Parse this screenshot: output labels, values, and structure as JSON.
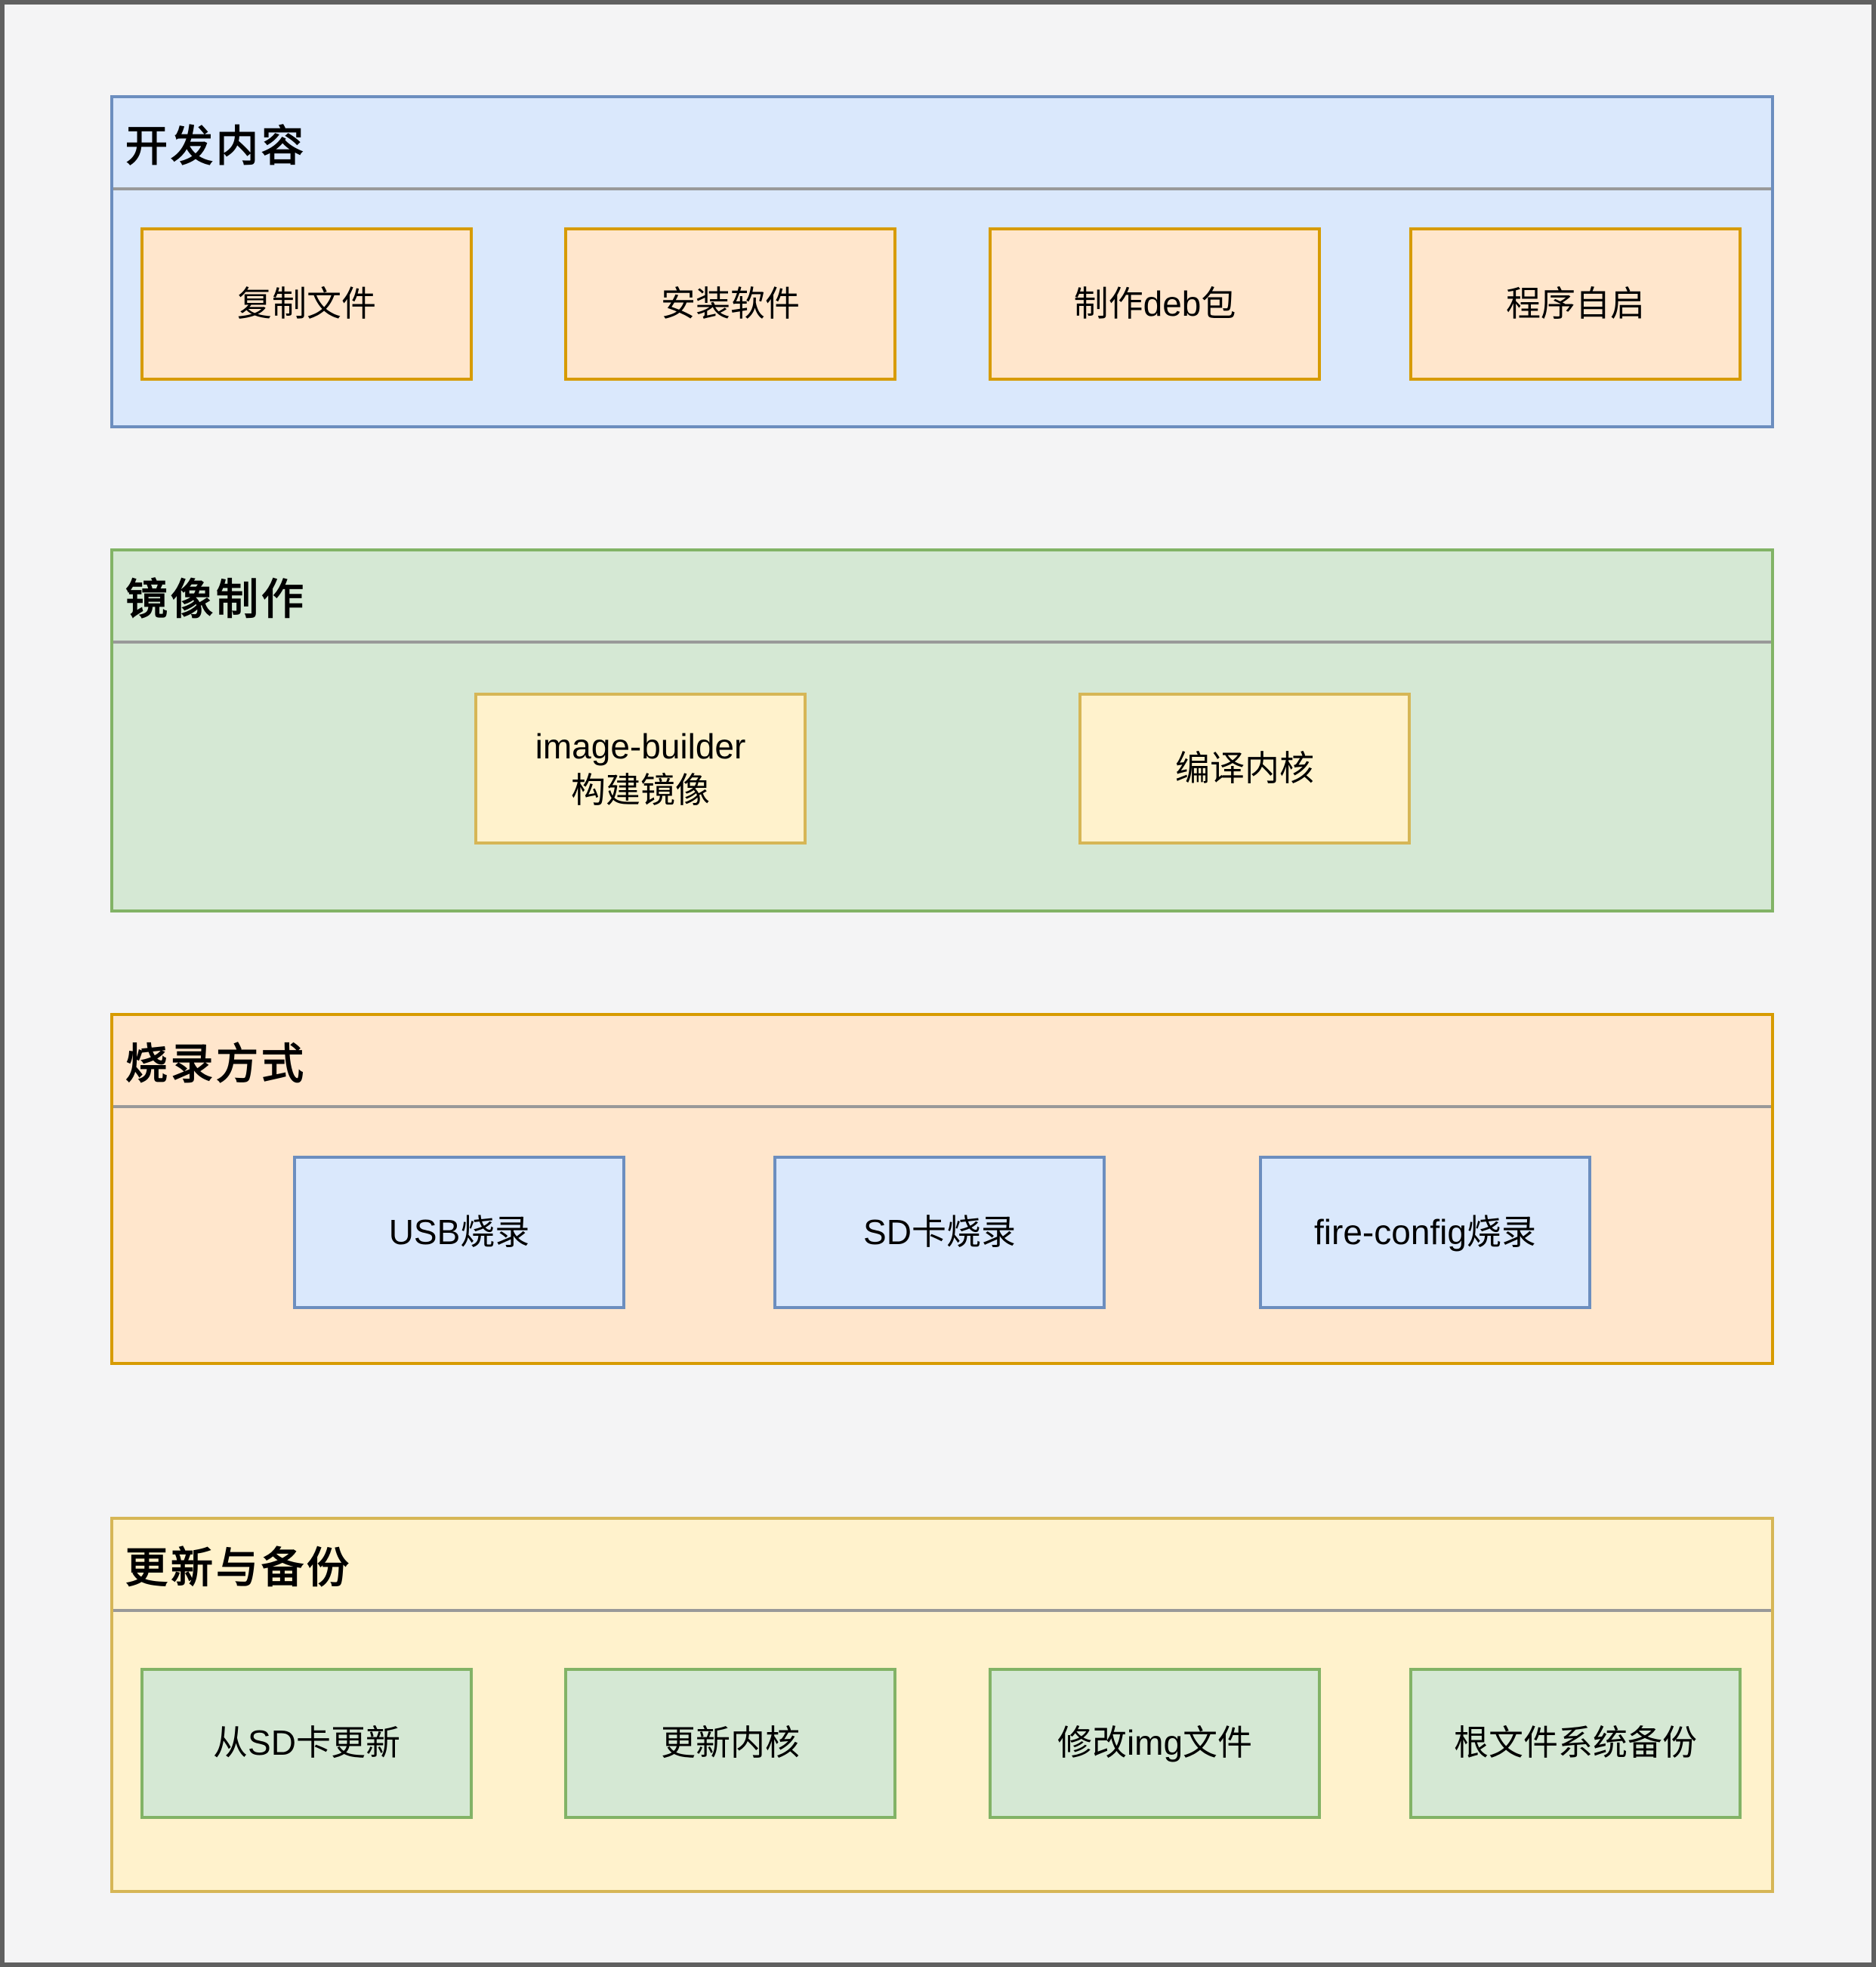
{
  "page": {
    "background": "#f4f4f5",
    "frame_border": "#606060",
    "divider_color": "#999999"
  },
  "sections": [
    {
      "title": "开发内容",
      "fill": "#dae8fc",
      "stroke": "#6c8ebf",
      "item_fill": "#ffe6cc",
      "item_stroke": "#d79b00",
      "items": [
        {
          "label": "复制文件"
        },
        {
          "label": "安装软件"
        },
        {
          "label": "制作deb包"
        },
        {
          "label": "程序自启"
        }
      ]
    },
    {
      "title": "镜像制作",
      "fill": "#d5e8d4",
      "stroke": "#82b366",
      "item_fill": "#fff2cc",
      "item_stroke": "#d6b656",
      "items": [
        {
          "label": "image-builder\n构建镜像"
        },
        {
          "label": "编译内核"
        }
      ]
    },
    {
      "title": "烧录方式",
      "fill": "#ffe6cc",
      "stroke": "#d79b00",
      "item_fill": "#dae8fc",
      "item_stroke": "#6c8ebf",
      "items": [
        {
          "label": "USB烧录"
        },
        {
          "label": "SD卡烧录"
        },
        {
          "label": "fire-config烧录"
        }
      ]
    },
    {
      "title": "更新与备份",
      "fill": "#fff2cc",
      "stroke": "#d6b656",
      "item_fill": "#d5e8d4",
      "item_stroke": "#82b366",
      "items": [
        {
          "label": "从SD卡更新"
        },
        {
          "label": "更新内核"
        },
        {
          "label": "修改img文件"
        },
        {
          "label": "根文件系统备份"
        }
      ]
    }
  ]
}
